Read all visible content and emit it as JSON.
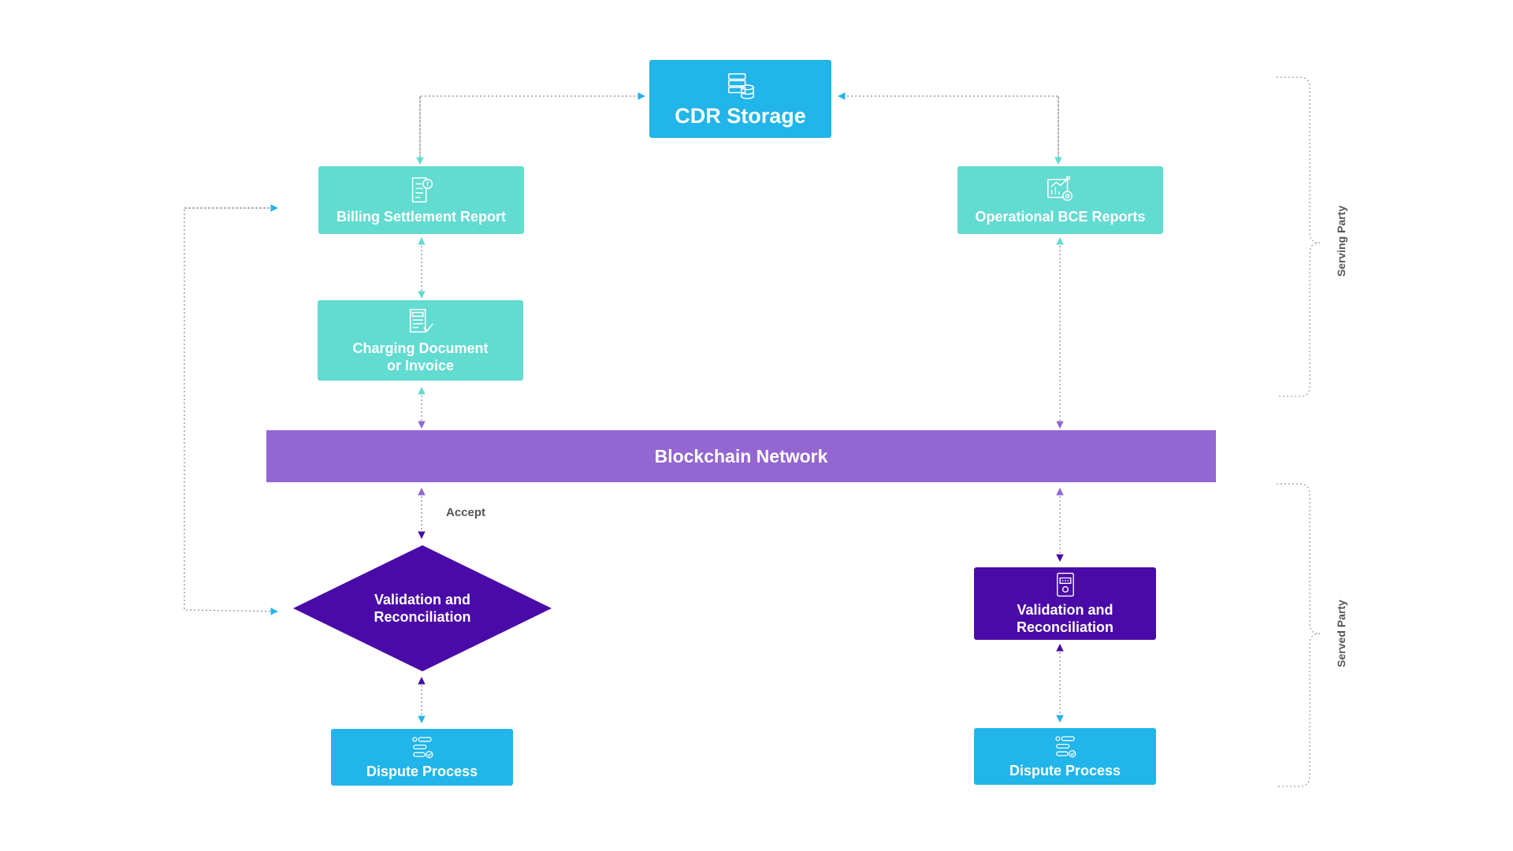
{
  "nodes": {
    "cdr_storage": {
      "label": "CDR Storage",
      "icon": "server-database-icon",
      "color": "#21b5e9"
    },
    "billing_report": {
      "label": "Billing Settlement Report",
      "icon": "document-money-icon",
      "color": "#62dbd1"
    },
    "operational_reports": {
      "label": "Operational BCE Reports",
      "icon": "chart-gear-icon",
      "color": "#62dbd1"
    },
    "charging_document": {
      "label_line1": "Charging Document",
      "label_line2": "or Invoice",
      "icon": "invoice-check-icon",
      "color": "#62dbd1"
    },
    "blockchain_network": {
      "label": "Blockchain Network",
      "color": "#9366d2"
    },
    "validation_left": {
      "label_line1": "Validation and",
      "label_line2": "Reconciliation",
      "icon": "tablet-rating-icon",
      "color": "#4a0aa8"
    },
    "validation_right": {
      "label_line1": "Validation and",
      "label_line2": "Reconciliation",
      "icon": "tablet-rating-icon",
      "color": "#4a0aa8"
    },
    "dispute_left": {
      "label": "Dispute Process",
      "icon": "flow-check-icon",
      "color": "#21b5e9"
    },
    "dispute_right": {
      "label": "Dispute Process",
      "icon": "flow-check-icon",
      "color": "#21b5e9"
    }
  },
  "edge_labels": {
    "accept": "Accept"
  },
  "groups": {
    "serving_party": "Serving Party",
    "served_party": "Served Party"
  }
}
